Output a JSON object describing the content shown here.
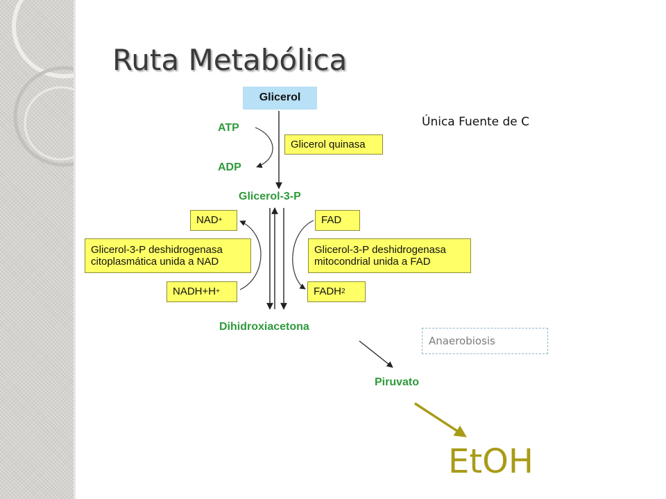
{
  "slide": {
    "title": "Ruta Metabólica",
    "note": "Única Fuente de C",
    "anaerobiosis": "Anaerobiosis",
    "product": "EtOH",
    "colors": {
      "product": "#a89b16",
      "metabolite": "#2e9a3a",
      "enzyme_box": "#ffff66",
      "substrate_box": "#b8e0f6"
    }
  },
  "pathway": {
    "substrate": "Glicerol",
    "atp": "ATP",
    "adp": "ADP",
    "enzyme_kinase": "Glicerol quinasa",
    "glycerol3p": "Glicerol-3-P",
    "nad": "NAD",
    "nad_sup": "+",
    "nadh": "NADH+H",
    "nadh_sup": "+",
    "fad": "FAD",
    "fadh": "FADH",
    "fadh_sub": "2",
    "enzyme_cyto_line1": "Glicerol-3-P deshidrogenasa",
    "enzyme_cyto_line2": "citoplasmática unida a NAD",
    "enzyme_mito_line1": "Glicerol-3-P deshidrogenasa",
    "enzyme_mito_line2": "mitocondrial unida a FAD",
    "dihydroxyacetone": "Dihidroxiacetona",
    "pyruvate": "Piruvato"
  }
}
